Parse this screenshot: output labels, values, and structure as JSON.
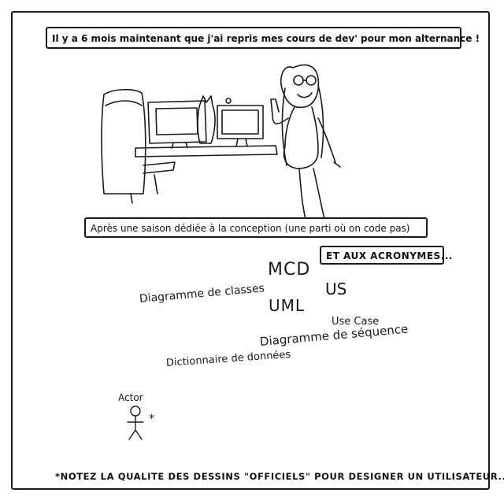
{
  "captions": {
    "top": "Il y a 6 mois maintenant que j'ai repris mes cours de dev' pour mon alternance !",
    "middle": "Après une saison dédiée à la conception (une parti où on code pas)",
    "acronyms": "ET AUX ACRONYMES..."
  },
  "terms": {
    "mcd": "MCD",
    "us": "US",
    "uml": "UML",
    "class_diagram": "Diagramme de classes",
    "use_case": "Use Case",
    "sequence_diagram": "Diagramme de séquence",
    "data_dictionary": "Dictionnaire de données",
    "actor": "Actor",
    "asterisk": "*"
  },
  "footnote": "*NOTEZ LA QUALITE DES DESSINS \"OFFICIELS\" POUR DESIGNER UN UTILISATEUR..."
}
